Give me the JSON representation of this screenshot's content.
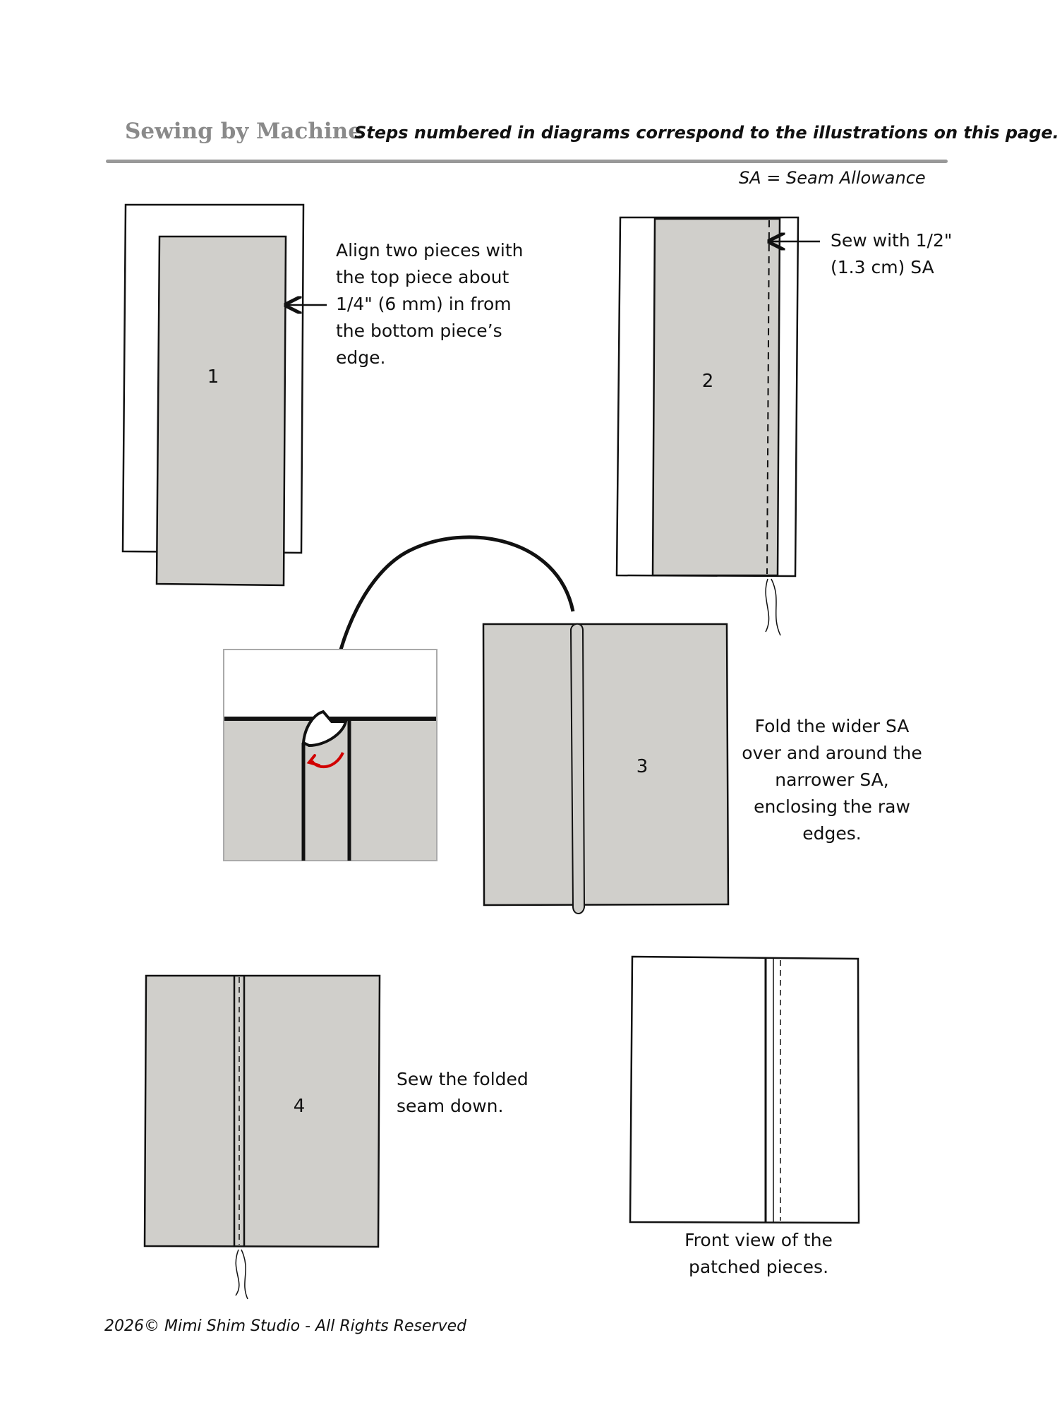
{
  "header": {
    "title": "Sewing by Machine",
    "subtitle": "Steps numbered in diagrams correspond to the illustrations on this page."
  },
  "legend_note": "SA = Seam Allowance",
  "steps": [
    {
      "number": "1",
      "instruction": [
        "Align two pieces with",
        "the top piece about",
        "1/4\" (6 mm) in from",
        "the bottom piece’s",
        "edge."
      ]
    },
    {
      "number": "2",
      "instruction": [
        "Sew with 1/2\"",
        "(1.3 cm) SA"
      ]
    },
    {
      "number": "3",
      "instruction": [
        "Fold the wider SA",
        "over and around the",
        "narrower SA,",
        "enclosing the raw",
        "edges."
      ]
    },
    {
      "number": "4",
      "instruction": [
        "Sew the folded",
        "seam down."
      ]
    }
  ],
  "front_view_caption": [
    "Front view of the",
    "patched pieces."
  ],
  "footer": "2026© Mimi Shim Studio - All Rights Reserved",
  "colors": {
    "fabric": "#d0cfcb",
    "outline": "#111111",
    "fold_arrow": "#d10000",
    "rule": "#999999"
  }
}
